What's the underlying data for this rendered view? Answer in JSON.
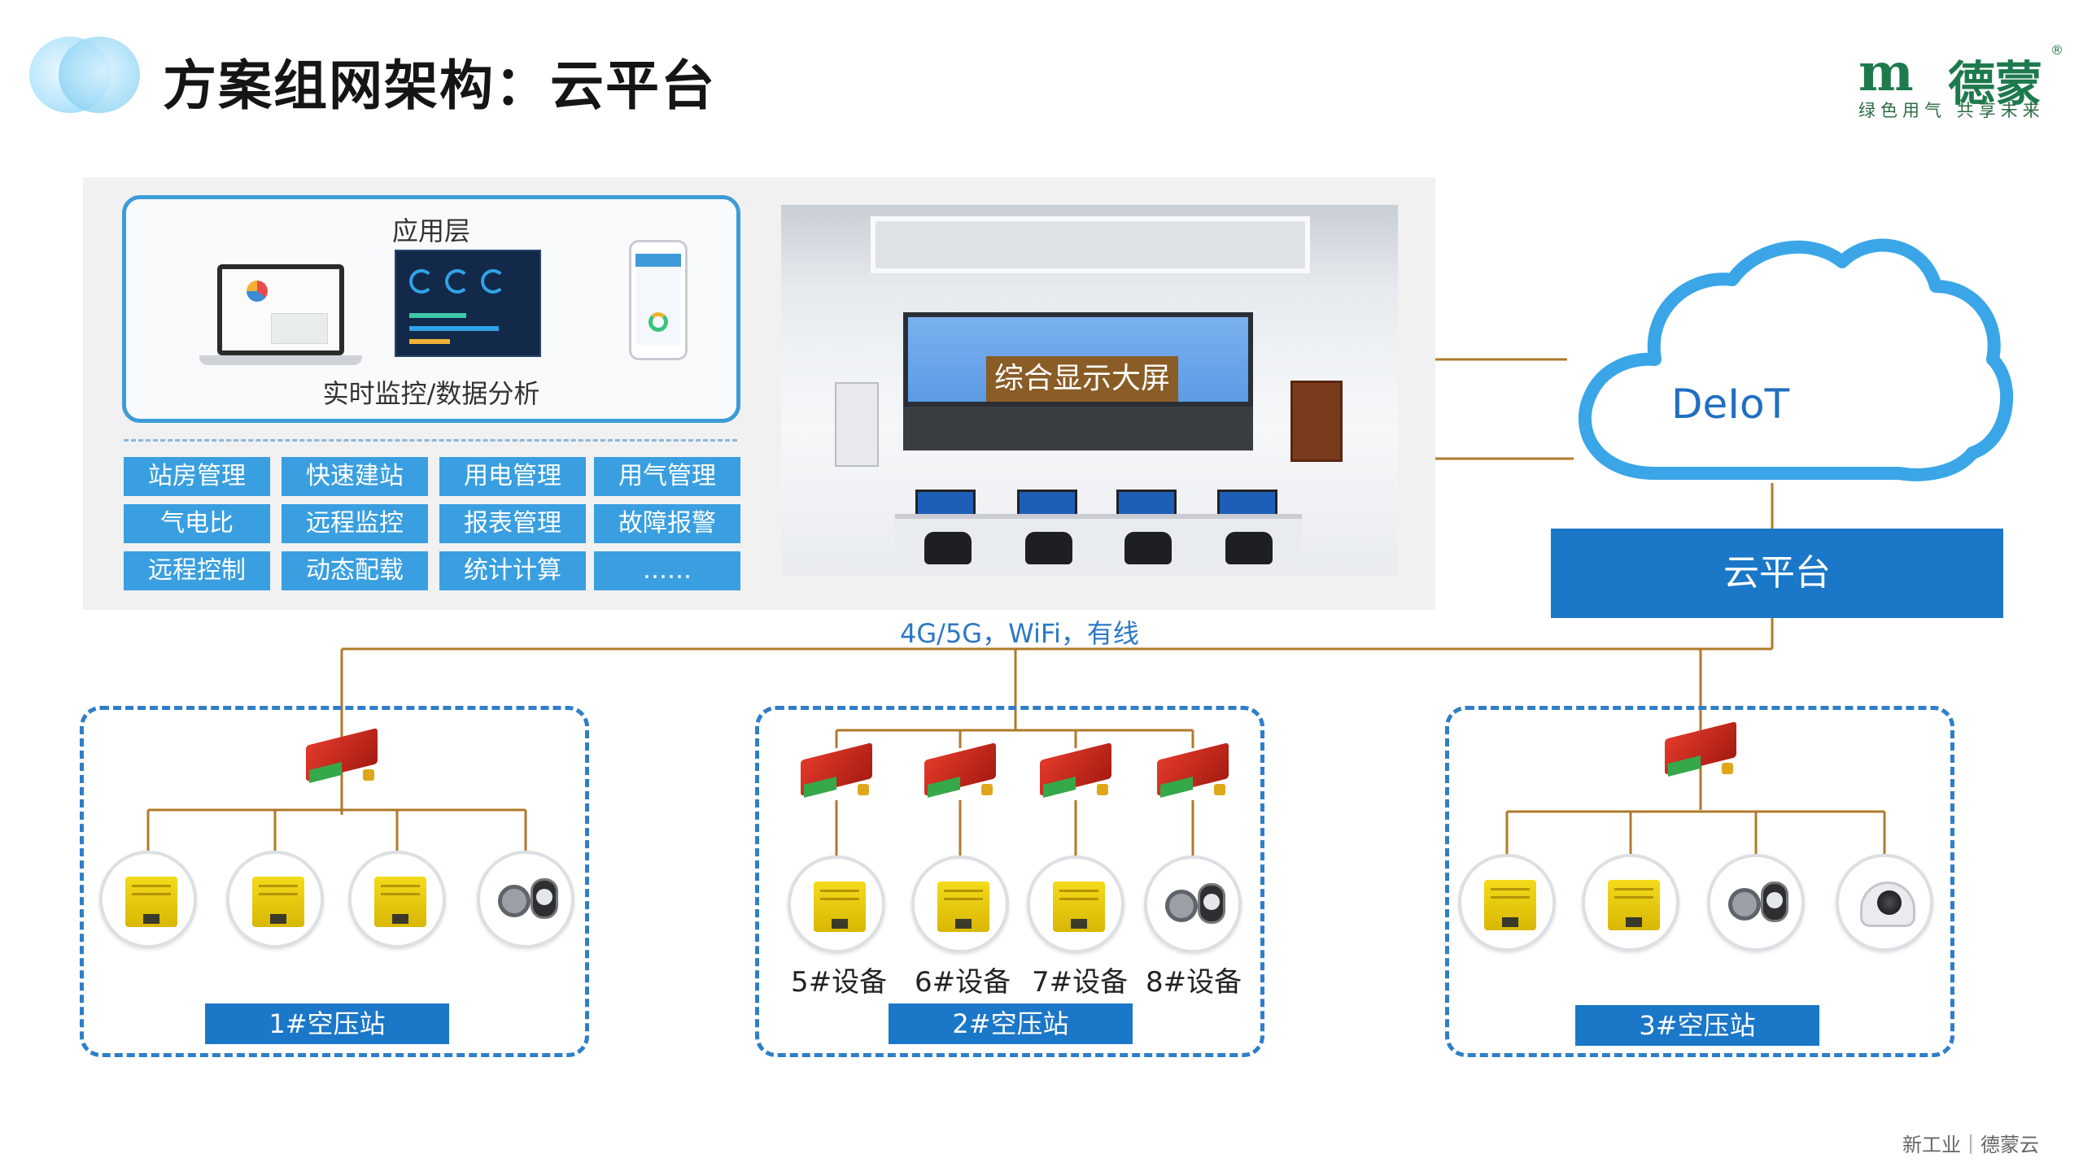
{
  "header": {
    "title": "方案组网架构：云平台"
  },
  "brand": {
    "mark": "m",
    "name": "德蒙",
    "registered": "®",
    "slogan": "绿色用气 共享未来"
  },
  "app_layer": {
    "title": "应用层",
    "subtitle": "实时监控/数据分析",
    "modules": [
      "站房管理",
      "快速建站",
      "用电管理",
      "用气管理",
      "气电比",
      "远程监控",
      "报表管理",
      "故障报警",
      "远程控制",
      "动态配载",
      "统计计算",
      "……"
    ]
  },
  "display": {
    "label": "综合显示大屏"
  },
  "cloud": {
    "name": "DeIoT",
    "platform": "云平台"
  },
  "network": {
    "label": "4G/5G，WiFi，有线"
  },
  "stations": [
    {
      "label": "1#空压站",
      "devices": [
        "compressor",
        "compressor",
        "compressor",
        "meter"
      ],
      "device_labels": []
    },
    {
      "label": "2#空压站",
      "devices": [
        "compressor",
        "compressor",
        "compressor",
        "meter"
      ],
      "device_labels": [
        "5#设备",
        "6#设备",
        "7#设备",
        "8#设备"
      ]
    },
    {
      "label": "3#空压站",
      "devices": [
        "compressor",
        "compressor",
        "meter",
        "camera"
      ],
      "device_labels": []
    }
  ],
  "icons": {
    "gateway": "gateway-icon",
    "compressor": "air-compressor-icon",
    "meter": "flow-meter-icon",
    "camera": "dome-camera-icon",
    "cloud": "cloud-icon"
  },
  "colors": {
    "accent_blue": "#1b77c7",
    "module_blue": "#3a9fe0",
    "link_line": "#b07a2a",
    "brand_green": "#1e7a4d",
    "station_border": "#2f7ec8"
  },
  "footer": {
    "text": "新工业｜德蒙云"
  }
}
